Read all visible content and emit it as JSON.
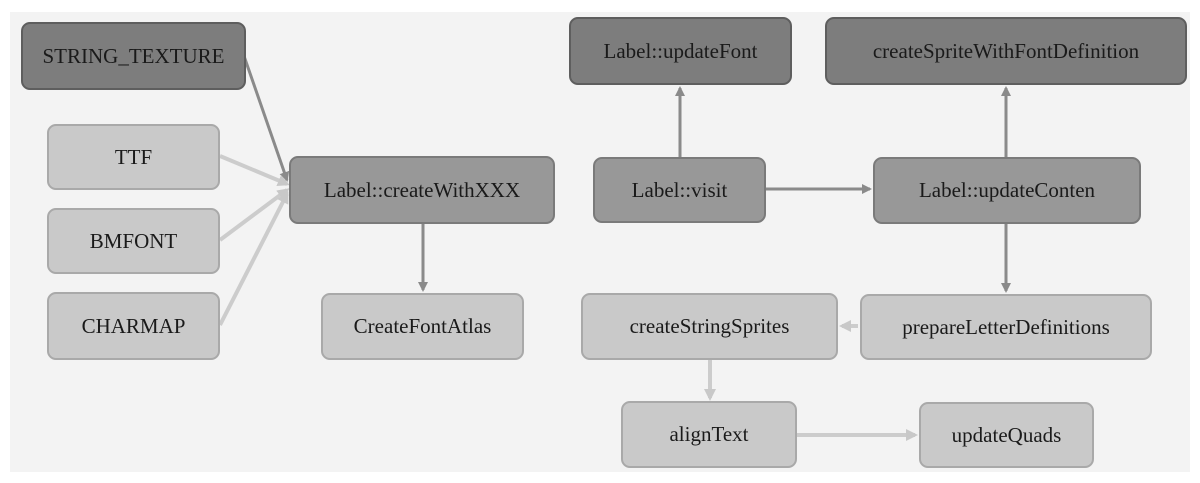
{
  "nodes": {
    "string_texture": "STRING_TEXTURE",
    "ttf": "TTF",
    "bmfont": "BMFONT",
    "charmap": "CHARMAP",
    "create_with": "Label::createWithXXX",
    "create_font_atlas": "CreateFontAtlas",
    "update_font": "Label::updateFont",
    "visit": "Label::visit",
    "create_sprite": "createSpriteWithFontDefinition",
    "update_content": "Label::updateConten",
    "prepare_letter": "prepareLetterDefinitions",
    "create_string_sprites": "createStringSprites",
    "align_text": "alignText",
    "update_quads": "updateQuads"
  },
  "colors": {
    "dark_box": "#7d7d7d",
    "mid_box": "#989898",
    "light_box": "#c9c9c9",
    "dark_arrow": "#8a8a8a",
    "light_arrow": "#c8c8c8"
  }
}
